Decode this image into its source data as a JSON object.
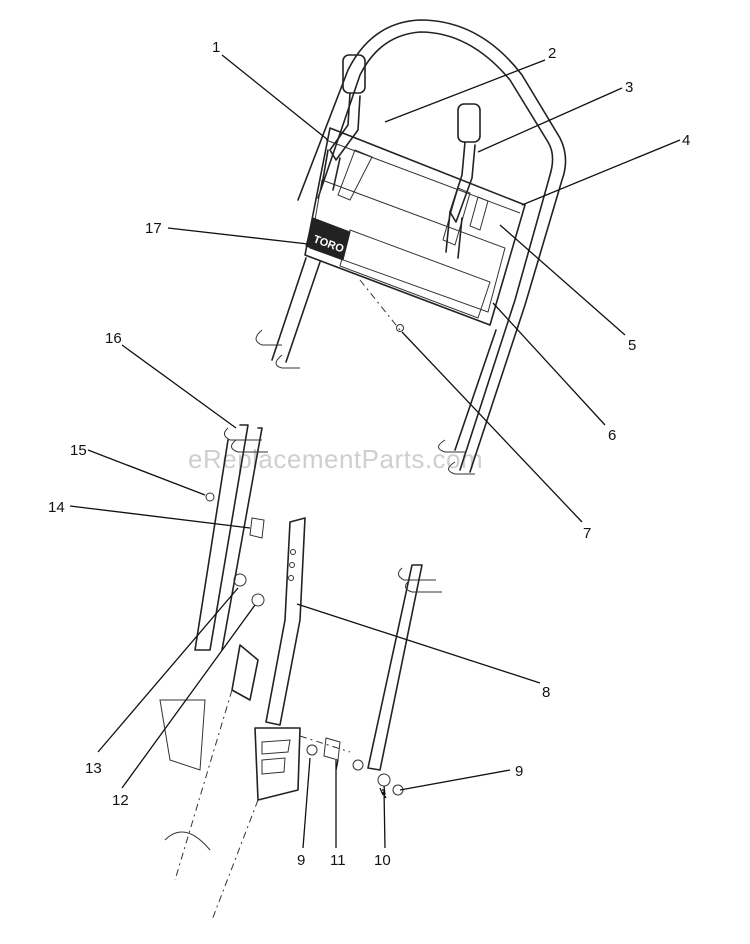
{
  "watermark": "eReplacementParts.com",
  "logo": "TORO",
  "callouts": [
    "1",
    "2",
    "3",
    "4",
    "5",
    "6",
    "7",
    "8",
    "9",
    "9",
    "10",
    "11",
    "12",
    "13",
    "14",
    "15",
    "16",
    "17"
  ]
}
